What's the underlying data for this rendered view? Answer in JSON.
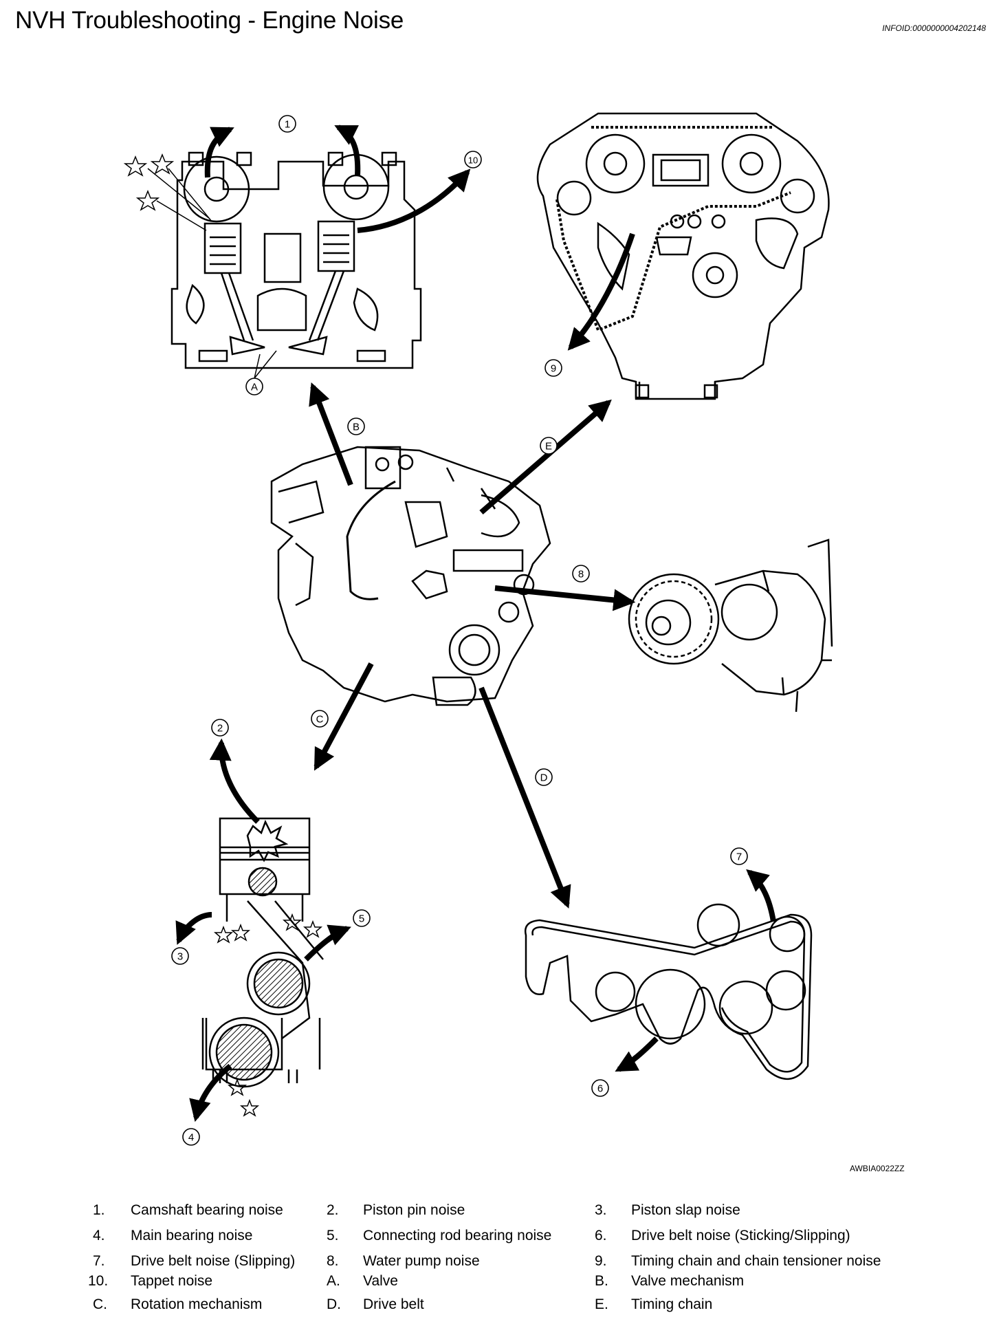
{
  "header": {
    "title": "NVH Troubleshooting - Engine Noise",
    "infoid": "INFOID:0000000004202148"
  },
  "figure": {
    "code": "AWBIA0022ZZ",
    "callouts": {
      "c1": "1",
      "c2": "2",
      "c3": "3",
      "c4": "4",
      "c5": "5",
      "c6": "6",
      "c7": "7",
      "c8": "8",
      "c9": "9",
      "c10": "10",
      "cA": "A",
      "cB": "B",
      "cC": "C",
      "cD": "D",
      "cE": "E"
    }
  },
  "legend": [
    {
      "num": "1.",
      "label": "Camshaft bearing noise"
    },
    {
      "num": "2.",
      "label": "Piston pin noise"
    },
    {
      "num": "3.",
      "label": "Piston slap noise"
    },
    {
      "num": "4.",
      "label": "Main bearing noise"
    },
    {
      "num": "5.",
      "label": "Connecting rod bearing noise"
    },
    {
      "num": "6.",
      "label": "Drive belt noise (Sticking/Slipping)"
    },
    {
      "num": "7.",
      "label": "Drive belt noise (Slipping)"
    },
    {
      "num": "8.",
      "label": "Water pump noise"
    },
    {
      "num": "9.",
      "label": "Timing chain and chain tensioner noise"
    },
    {
      "num": "10.",
      "label": "Tappet noise"
    },
    {
      "num": "A.",
      "label": "Valve"
    },
    {
      "num": "B.",
      "label": "Valve mechanism"
    },
    {
      "num": "C.",
      "label": "Rotation mechanism"
    },
    {
      "num": "D.",
      "label": "Drive belt"
    },
    {
      "num": "E.",
      "label": "Timing chain"
    }
  ]
}
